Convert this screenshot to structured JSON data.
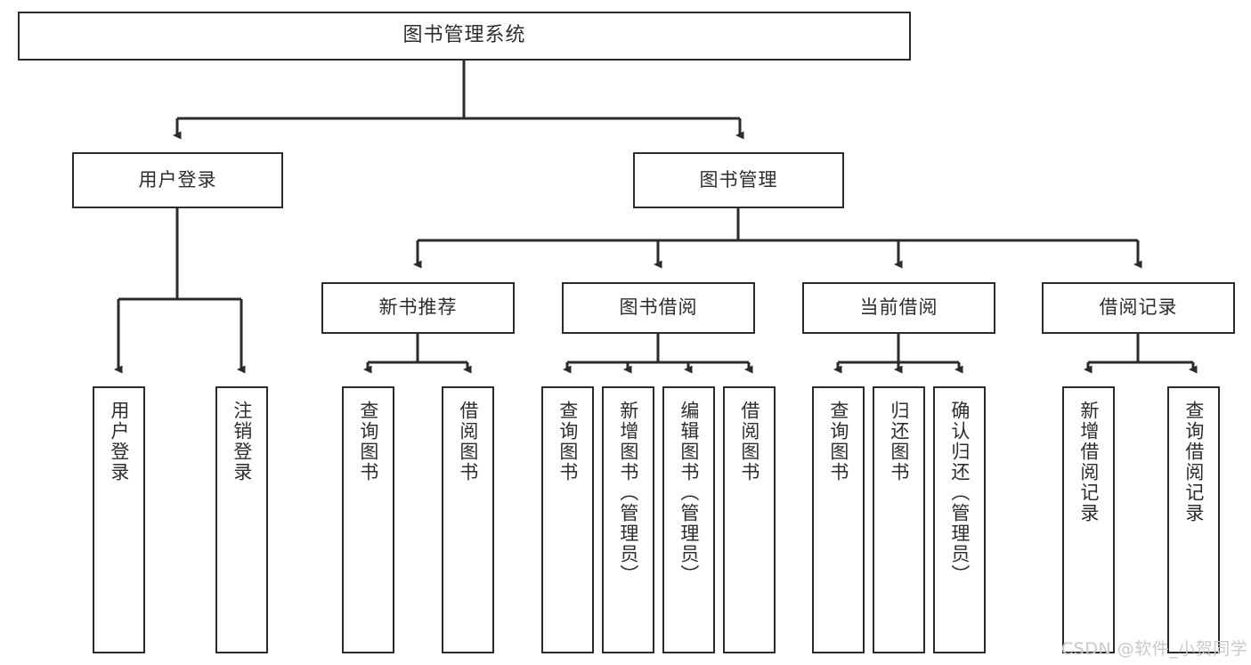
{
  "diagram": {
    "title": "图书管理系统",
    "type": "hierarchy-tree",
    "root": {
      "id": "root",
      "label": "图书管理系统"
    },
    "level2": [
      {
        "id": "user-login",
        "label": "用户登录"
      },
      {
        "id": "book-manage",
        "label": "图书管理"
      }
    ],
    "level3": [
      {
        "id": "new-book-rec",
        "label": "新书推荐",
        "parent": "book-manage"
      },
      {
        "id": "book-borrow",
        "label": "图书借阅",
        "parent": "book-manage"
      },
      {
        "id": "current-borrow",
        "label": "当前借阅",
        "parent": "book-manage"
      },
      {
        "id": "borrow-record",
        "label": "借阅记录",
        "parent": "book-manage"
      }
    ],
    "leaves": [
      {
        "id": "leaf-user-login",
        "label": "用户登录",
        "parent": "user-login"
      },
      {
        "id": "leaf-user-logout",
        "label": "注销登录",
        "parent": "user-login"
      },
      {
        "id": "leaf-query-book-1",
        "label": "查询图书",
        "parent": "new-book-rec"
      },
      {
        "id": "leaf-borrow-book-1",
        "label": "借阅图书",
        "parent": "new-book-rec"
      },
      {
        "id": "leaf-query-book-2",
        "label": "查询图书",
        "parent": "book-borrow"
      },
      {
        "id": "leaf-add-book",
        "label": "新增图书（管理员）",
        "parent": "book-borrow"
      },
      {
        "id": "leaf-edit-book",
        "label": "编辑图书（管理员）",
        "parent": "book-borrow"
      },
      {
        "id": "leaf-borrow-book-2",
        "label": "借阅图书",
        "parent": "book-borrow"
      },
      {
        "id": "leaf-query-book-3",
        "label": "查询图书",
        "parent": "current-borrow"
      },
      {
        "id": "leaf-return-book",
        "label": "归还图书",
        "parent": "current-borrow"
      },
      {
        "id": "leaf-confirm-return",
        "label": "确认归还（管理员）",
        "parent": "current-borrow"
      },
      {
        "id": "leaf-add-record",
        "label": "新增借阅记录",
        "parent": "borrow-record"
      },
      {
        "id": "leaf-query-record",
        "label": "查询借阅记录",
        "parent": "borrow-record"
      }
    ],
    "watermark": "CSDN @软件_小贺同学",
    "colors": {
      "stroke": "#2b2b2b",
      "text": "#2d2d2d",
      "background": "#ffffff",
      "watermark": "#c9c9c9"
    }
  }
}
